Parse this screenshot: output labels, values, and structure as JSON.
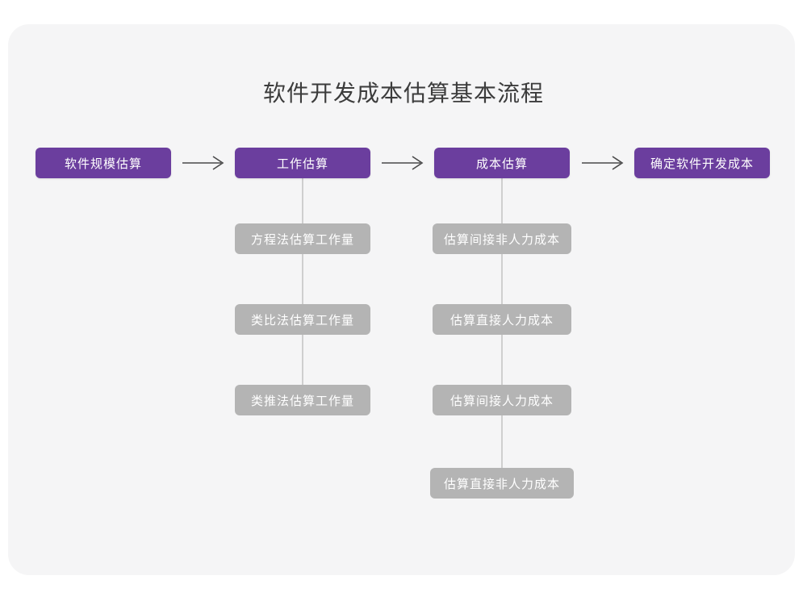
{
  "diagram": {
    "title": "软件开发成本估算基本流程",
    "colors": {
      "page_background": "#ffffff",
      "card_background": "#f5f5f6",
      "stage_box": "#6b3e9e",
      "sub_box": "#b4b4b4",
      "stage_text": "#ffffff",
      "sub_text": "#ffffff",
      "title_text": "#3c3c3c",
      "connector": "#cfcfcf",
      "arrow": "#4a4a4a"
    },
    "stages": [
      {
        "id": "stage-1",
        "label": "软件规模估算",
        "children": []
      },
      {
        "id": "stage-2",
        "label": "工作估算",
        "children": [
          "方程法估算工作量",
          "类比法估算工作量",
          "类推法估算工作量"
        ]
      },
      {
        "id": "stage-3",
        "label": "成本估算",
        "children": [
          "估算间接非人力成本",
          "估算直接人力成本",
          "估算间接人力成本",
          "估算直接非人力成本"
        ]
      },
      {
        "id": "stage-4",
        "label": "确定软件开发成本",
        "children": []
      }
    ],
    "arrows": [
      {
        "id": "arrow-1",
        "from": "stage-1",
        "to": "stage-2",
        "glyph": "arrow-right-icon"
      },
      {
        "id": "arrow-2",
        "from": "stage-2",
        "to": "stage-3",
        "glyph": "arrow-right-icon"
      },
      {
        "id": "arrow-3",
        "from": "stage-3",
        "to": "stage-4",
        "glyph": "arrow-right-icon"
      }
    ]
  }
}
